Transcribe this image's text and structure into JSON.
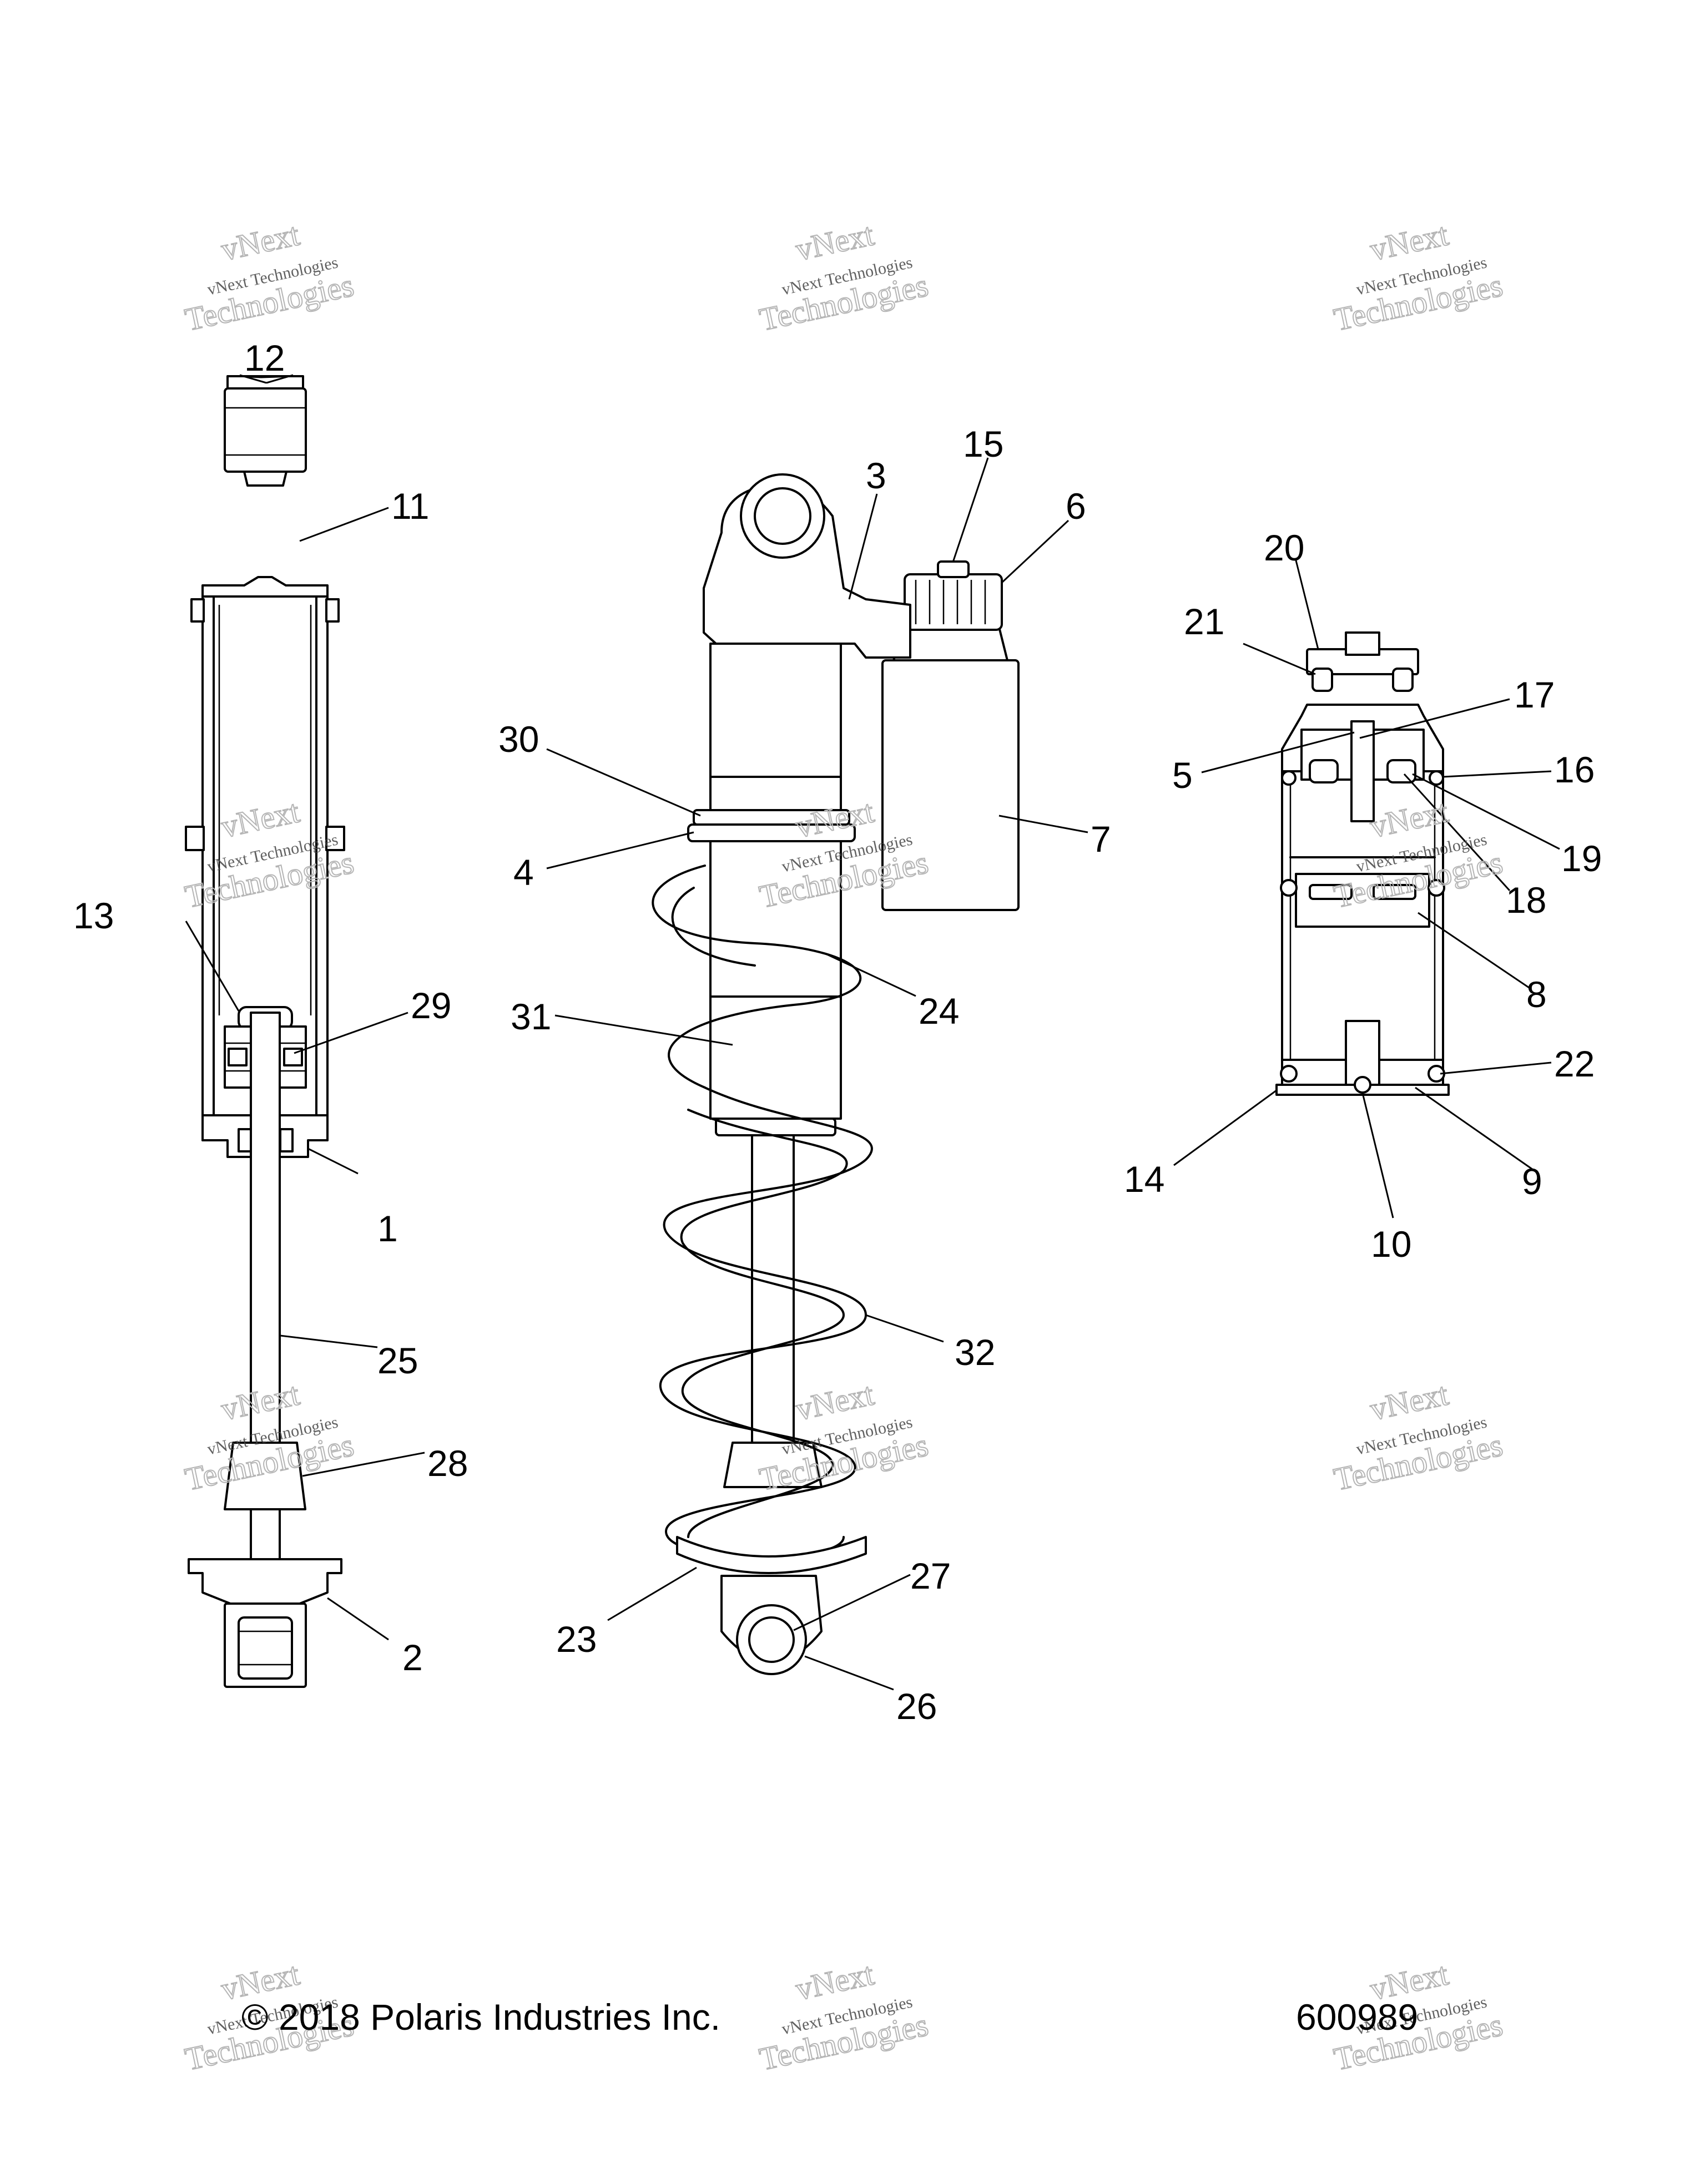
{
  "callouts": [
    {
      "id": "12",
      "label": "12"
    },
    {
      "id": "11",
      "label": "11"
    },
    {
      "id": "13",
      "label": "13"
    },
    {
      "id": "29",
      "label": "29"
    },
    {
      "id": "1",
      "label": "1"
    },
    {
      "id": "25",
      "label": "25"
    },
    {
      "id": "28",
      "label": "28"
    },
    {
      "id": "2",
      "label": "2"
    },
    {
      "id": "3",
      "label": "3"
    },
    {
      "id": "15",
      "label": "15"
    },
    {
      "id": "6",
      "label": "6"
    },
    {
      "id": "30",
      "label": "30"
    },
    {
      "id": "4",
      "label": "4"
    },
    {
      "id": "7",
      "label": "7"
    },
    {
      "id": "24",
      "label": "24"
    },
    {
      "id": "31",
      "label": "31"
    },
    {
      "id": "32",
      "label": "32"
    },
    {
      "id": "27",
      "label": "27"
    },
    {
      "id": "23",
      "label": "23"
    },
    {
      "id": "26",
      "label": "26"
    },
    {
      "id": "20",
      "label": "20"
    },
    {
      "id": "21",
      "label": "21"
    },
    {
      "id": "17",
      "label": "17"
    },
    {
      "id": "5",
      "label": "5"
    },
    {
      "id": "16",
      "label": "16"
    },
    {
      "id": "19",
      "label": "19"
    },
    {
      "id": "18",
      "label": "18"
    },
    {
      "id": "8",
      "label": "8"
    },
    {
      "id": "22",
      "label": "22"
    },
    {
      "id": "14",
      "label": "14"
    },
    {
      "id": "9",
      "label": "9"
    },
    {
      "id": "10",
      "label": "10"
    }
  ],
  "footer": {
    "copyright": "© 2018 Polaris Industries Inc.",
    "diagram_number": "600989"
  },
  "watermark": {
    "line_small": "vNext Technologies",
    "word_top": "vNext",
    "word_bottom": "Technologies"
  }
}
